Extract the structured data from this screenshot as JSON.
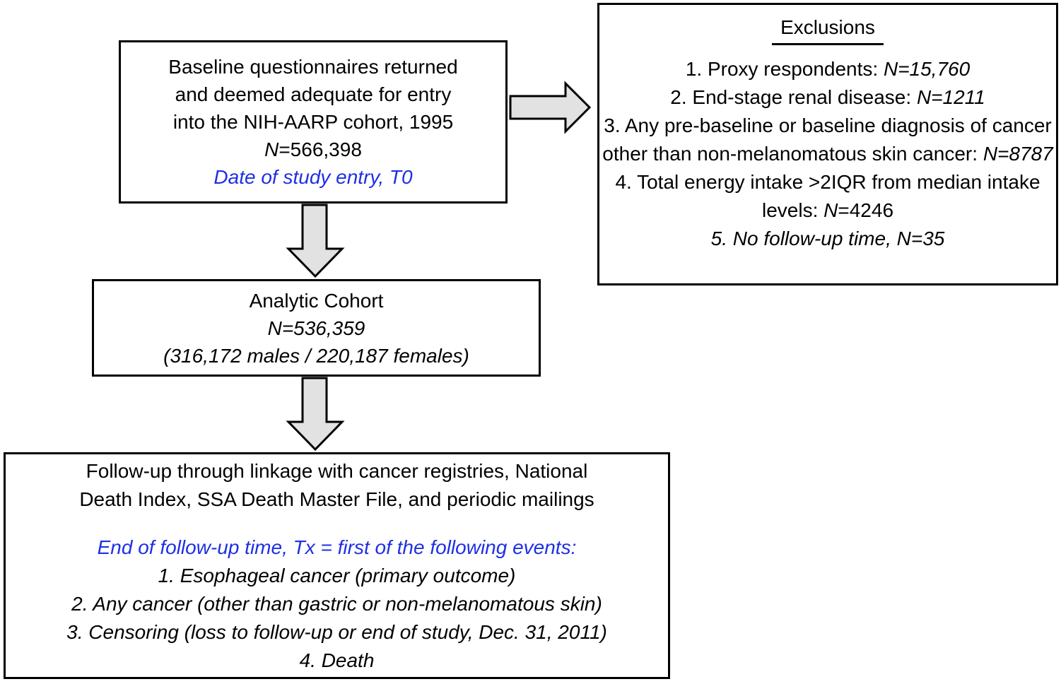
{
  "figure": {
    "background": "#ffffff",
    "border_color": "#000000",
    "arrow_fill": "#e2e2e2",
    "accent_blue": "#1e2fe4"
  },
  "baseline_box": {
    "lines": [
      "Baseline questionnaires returned",
      "and deemed adequate for entry",
      "into the NIH-AARP cohort, 1995"
    ],
    "n_italic": "N",
    "n_rest": "=566,398",
    "entry_note": "Date of study entry, T0"
  },
  "exclusions_box": {
    "title": "Exclusions",
    "items": [
      {
        "pre": "1. Proxy respondents: ",
        "it": "N=15,760",
        "post": ""
      },
      {
        "pre": "2. End-stage renal disease: ",
        "it": "N=1211",
        "post": ""
      },
      {
        "pre": "3. Any pre-baseline or baseline diagnosis of cancer other than non-melanomatous skin cancer: ",
        "it": "N=8787",
        "post": ""
      },
      {
        "pre": "4. Total energy intake >2IQR from median intake levels: ",
        "it": "N",
        "post": "=4246"
      },
      {
        "pre": "",
        "it": "5. No follow-up time, N=35",
        "post": ""
      }
    ]
  },
  "analytic_box": {
    "title": "Analytic Cohort",
    "n_line": "N=536,359",
    "sex_line": "(316,172 males / 220,187 females)"
  },
  "followup_box": {
    "lines": [
      "Follow-up through linkage with cancer registries, National",
      "Death Index, SSA Death Master File, and periodic mailings"
    ],
    "end_note": "End of follow-up time, Tx = first of the following events:",
    "events": [
      "1. Esophageal cancer (primary outcome)",
      "2. Any cancer (other than gastric or non-melanomatous skin)",
      "3. Censoring (loss to follow-up or end of study, Dec. 31, 2011)",
      "4. Death"
    ]
  }
}
